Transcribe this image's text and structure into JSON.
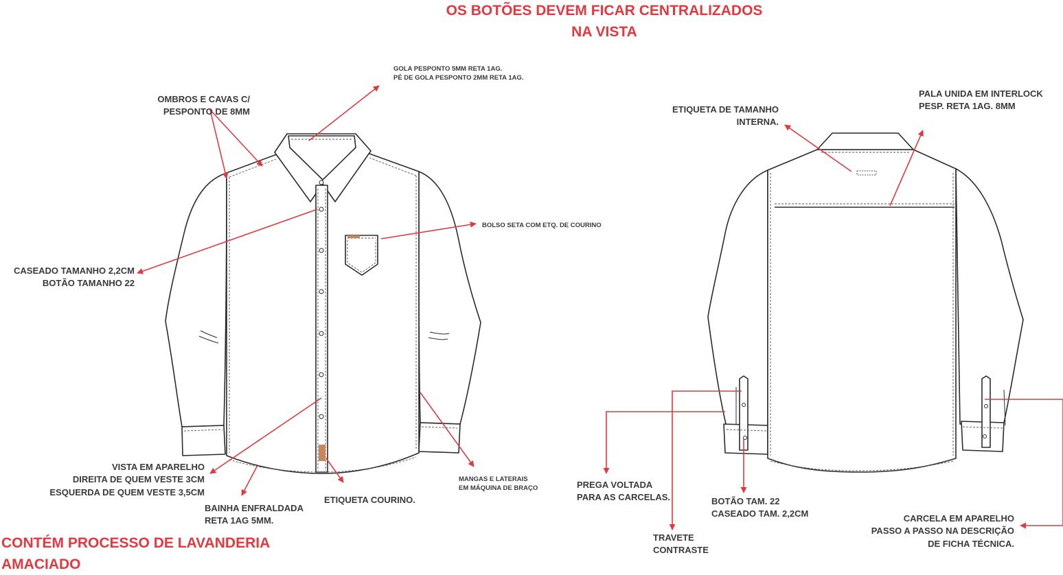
{
  "title_lines": [
    "OS BOTÕES DEVEM FICAR CENTRALIZADOS",
    "NA VISTA"
  ],
  "footer_lines": [
    "CONTÉM PROCESSO DE LAVANDERIA",
    "AMACIADO"
  ],
  "front": {
    "gola": [
      "GOLA PESPONTO 5MM RETA 1AG.",
      "PÉ DE GOLA PESPONTO 2MM RETA 1AG."
    ],
    "ombros": [
      "OMBROS E CAVAS C/",
      "PESPONTO DE 8MM"
    ],
    "bolso": "BOLSO SETA COM ETQ. DE COURINO",
    "caseado": [
      "CASEADO TAMANHO 2,2CM",
      "BOTÃO TAMANHO 22"
    ],
    "vista": [
      "VISTA EM APARELHO",
      "DIREITA DE QUEM VESTE 3CM",
      "ESQUERDA DE QUEM VESTE 3,5CM"
    ],
    "bainha": [
      "BAINHA ENFRALDADA",
      "RETA 1AG 5MM."
    ],
    "etiqueta": "ETIQUETA COURINO.",
    "mangas": [
      "MANGAS E LATERAIS",
      "EM MÁQUINA DE BRAÇO"
    ]
  },
  "back": {
    "etiqueta_tamanho": [
      "ETIQUETA DE TAMANHO",
      "INTERNA."
    ],
    "pala": [
      "PALA UNIDA EM INTERLOCK",
      "PESP. RETA 1AG. 8MM"
    ],
    "prega": [
      "PREGA VOLTADA",
      "PARA AS CARCELAS."
    ],
    "botao": [
      "BOTÃO TAM. 22",
      "CASEADO TAM. 2,2CM"
    ],
    "travete": [
      "TRAVETE",
      "CONTRASTE"
    ],
    "carcela": [
      "CARCELA EM APARELHO",
      "PASSO A PASSO NA DESCRIÇÃO",
      "DE FICHA TÉCNICA."
    ]
  },
  "colors": {
    "annotation_red": "#e03a40",
    "outline": "#2b2b2b",
    "label_text": "#3a3a3a",
    "courino": "#c8875a"
  },
  "icons": [
    "front-shirt-drawing",
    "back-shirt-drawing",
    "leader-arrow"
  ]
}
